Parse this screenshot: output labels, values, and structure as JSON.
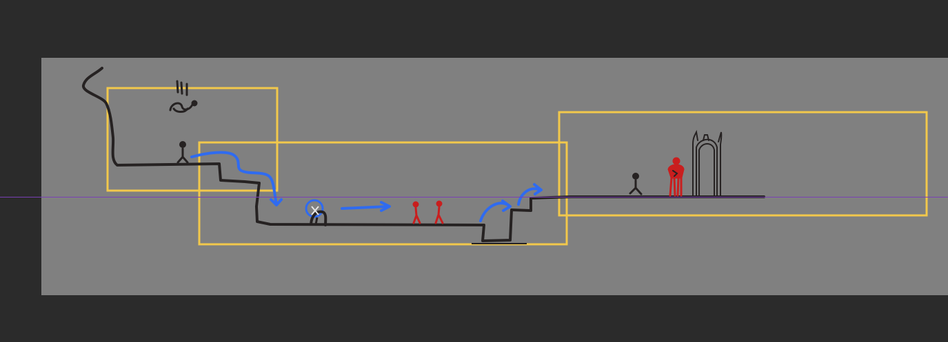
{
  "canvas": {
    "background": "#808080",
    "workspace_background": "#2b2b2b"
  },
  "colors": {
    "ink": "#262222",
    "frame": "#f2c84b",
    "arrow": "#2f6bf0",
    "enemy": "#c91e1e",
    "guide": "#7a3fb5"
  },
  "scene": {
    "frames": [
      "room-1-frame",
      "room-2-frame",
      "room-3-frame"
    ],
    "icons": [
      "player-figure-icon",
      "falling-creature-icon",
      "pickup-item-icon",
      "enemy-figure-icon",
      "boss-enemy-icon",
      "gate-arch-icon",
      "player-path-arrow-icon"
    ]
  }
}
